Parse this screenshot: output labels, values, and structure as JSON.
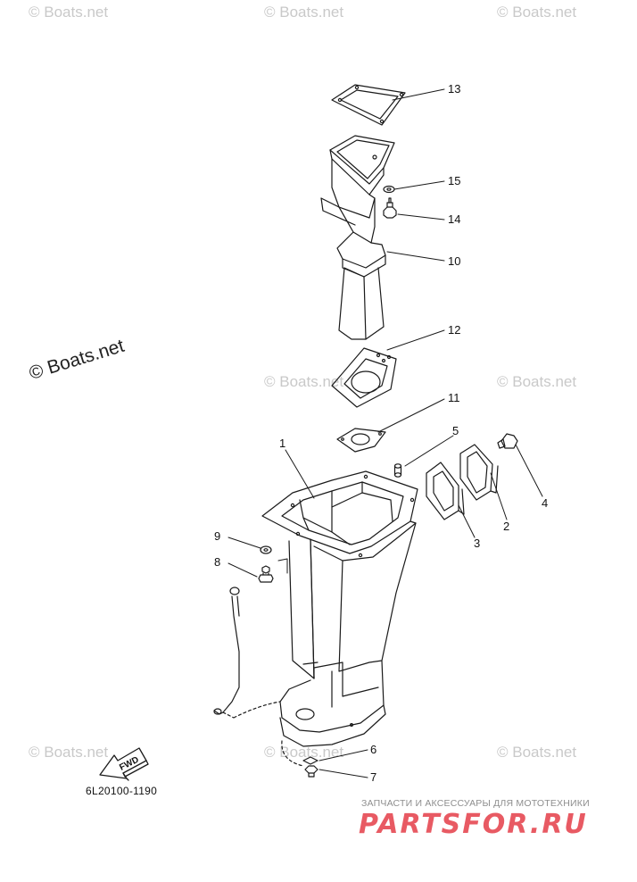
{
  "watermark": "© Boats.net",
  "copyright": "© Boats.net",
  "diagram_code": "6L20100-1190",
  "fwd_label": "FWD",
  "brand": {
    "subtitle": "ЗАПЧАСТИ И АКСЕССУАРЫ ДЛЯ МОТОТЕХНИКИ",
    "name": "PARTSFOR.RU"
  },
  "callouts": [
    {
      "id": "13",
      "label": "13"
    },
    {
      "id": "15",
      "label": "15"
    },
    {
      "id": "14",
      "label": "14"
    },
    {
      "id": "10",
      "label": "10"
    },
    {
      "id": "12",
      "label": "12"
    },
    {
      "id": "11",
      "label": "11"
    },
    {
      "id": "1",
      "label": "1"
    },
    {
      "id": "5",
      "label": "5"
    },
    {
      "id": "4",
      "label": "4"
    },
    {
      "id": "2",
      "label": "2"
    },
    {
      "id": "3",
      "label": "3"
    },
    {
      "id": "9",
      "label": "9"
    },
    {
      "id": "8",
      "label": "8"
    },
    {
      "id": "6",
      "label": "6"
    },
    {
      "id": "7",
      "label": "7"
    }
  ]
}
